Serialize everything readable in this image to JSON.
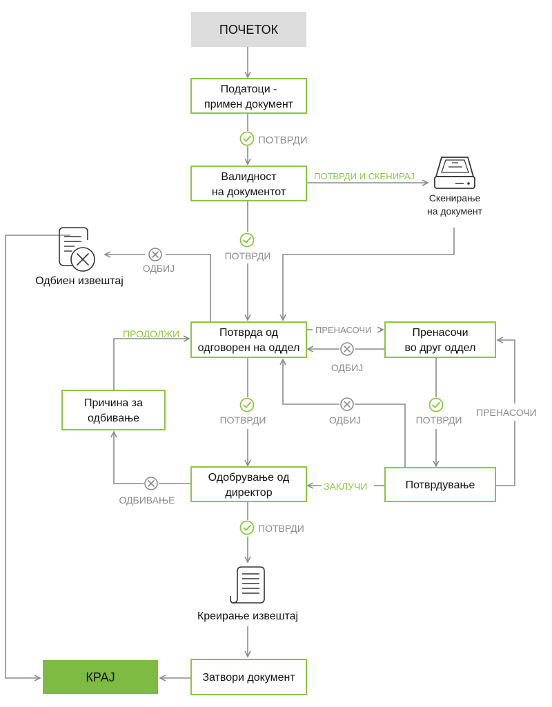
{
  "colors": {
    "accent": "#8cc63f",
    "start_fill": "#dcdcdc",
    "end_fill": "#7dbb42",
    "line": "#8a8a8a",
    "label": "#8a8a8a"
  },
  "nodes": {
    "start": "ПОЧЕТОК",
    "data_received": [
      "Податоци -",
      "примен документ"
    ],
    "validity": [
      "Валидност",
      "на документот"
    ],
    "scanning": [
      "Скенирање",
      "на документ"
    ],
    "rejected_report": "Одбиен извештај",
    "confirm_department": [
      "Потврда од",
      "одговорен на оддел"
    ],
    "redirect_department": [
      "Пренасочи",
      "во друг оддел"
    ],
    "rejection_reason": [
      "Причина за",
      "одбивање"
    ],
    "director_approval": [
      "Одобрување од",
      "директор"
    ],
    "confirmation": "Потврдување",
    "create_report": "Креирање извештај",
    "close_document": "Затвори документ",
    "end": "КРАЈ"
  },
  "edges": {
    "confirm_1": "ПОТВРДИ",
    "confirm_and_scan": "ПОТВРДИ И СКЕНИРАЈ",
    "confirm_2": "ПОТВРДИ",
    "reject_1": "ОДБИЈ",
    "continue": "ПРОДОЛЖИ",
    "redirect_1": "ПРЕНАСОЧИ",
    "reject_2": "ОДБИЈ",
    "confirm_3": "ПОТВРДИ",
    "reject_3": "ОДБИЈ",
    "confirm_4": "ПОТВРДИ",
    "redirect_2": "ПРЕНАСОЧИ",
    "conclude": "ЗАКЛУЧИ",
    "rejection": "ОДБИВАЊЕ",
    "confirm_5": "ПОТВРДИ"
  },
  "icons": {
    "check": "check-circle-icon",
    "reject": "x-circle-icon",
    "scanner": "scanner-icon",
    "rejected_doc": "rejected-document-icon",
    "report_doc": "report-document-icon"
  }
}
